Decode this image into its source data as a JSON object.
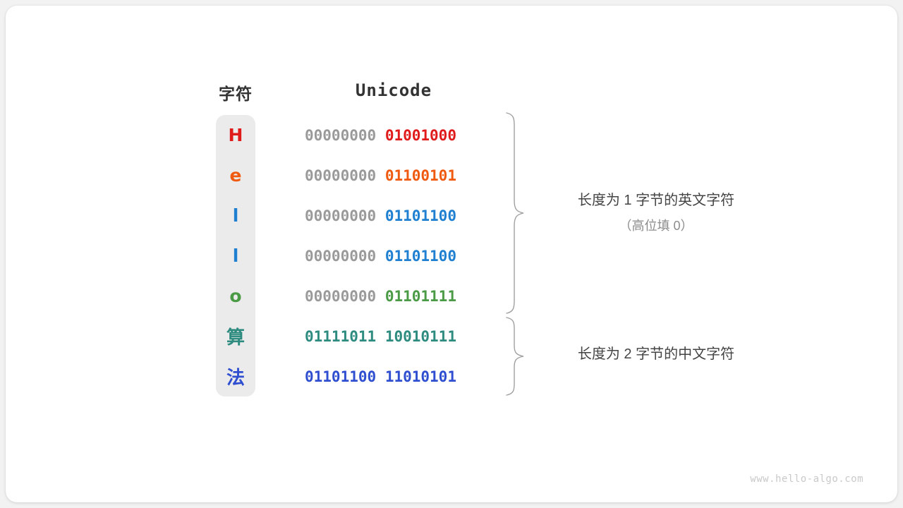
{
  "watermark": "www.hello-algo.com",
  "headers": {
    "character": "字符",
    "unicode": "Unicode"
  },
  "colors": {
    "card_bg": "#ffffff",
    "page_bg": "#f2f2f2",
    "column_bg": "#ebebeb",
    "high_byte_gray": "#9a9a9a",
    "brace_gray": "#a0a0a0",
    "annotation_text": "#444444",
    "annotation_sub": "#8c8c8c",
    "header_text": "#333333"
  },
  "rows": [
    {
      "char": "H",
      "color": "#e01b1b",
      "high": "00000000",
      "low": "01001000",
      "group": 1
    },
    {
      "char": "e",
      "color": "#ef5a10",
      "high": "00000000",
      "low": "01100101",
      "group": 1
    },
    {
      "char": "l",
      "color": "#1f7fd0",
      "high": "00000000",
      "low": "01101100",
      "group": 1
    },
    {
      "char": "l",
      "color": "#1f7fd0",
      "high": "00000000",
      "low": "01101100",
      "group": 1
    },
    {
      "char": "o",
      "color": "#4a9a46",
      "high": "00000000",
      "low": "01101111",
      "group": 1
    },
    {
      "char": "算",
      "color": "#2e8b7f",
      "high": "01111011",
      "low": "10010111",
      "group": 2
    },
    {
      "char": "法",
      "color": "#2f4fd0",
      "high": "01101100",
      "low": "11010101",
      "group": 2
    }
  ],
  "annotations": {
    "group1_line1": "长度为 1 字节的英文字符",
    "group1_line2": "（高位填 0）",
    "group2_line1": "长度为 2 字节的中文字符"
  }
}
